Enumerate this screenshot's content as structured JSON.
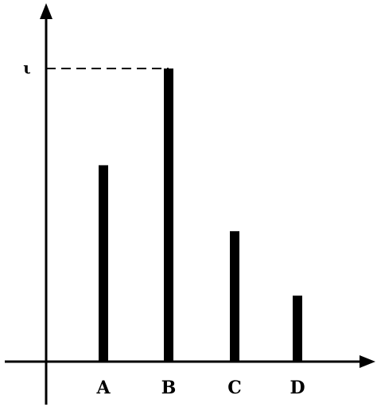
{
  "chart_data": {
    "type": "bar",
    "categories": [
      "A",
      "B",
      "C",
      "D"
    ],
    "values": [
      0.67,
      1.0,
      0.445,
      0.225
    ],
    "reference_line": {
      "value": 1.0,
      "label": "ι",
      "category": "B",
      "style": "dashed"
    },
    "ylim": [
      0,
      1.1
    ],
    "axes": {
      "arrows": true,
      "y_ticks": false,
      "grid": false
    },
    "colors": {
      "bars": "#000000",
      "axes": "#000000",
      "background": "#ffffff"
    }
  }
}
